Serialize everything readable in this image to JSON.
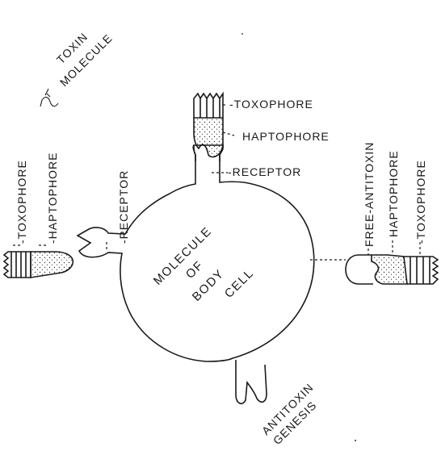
{
  "labels": {
    "toxin_molecule_line1": "TOXIN",
    "toxin_molecule_line2": "MOLECULE",
    "top_toxophore": "-TOXOPHORE",
    "top_haptophore": "HAPTOPHORE",
    "top_receptor": "-RECEPTOR",
    "left_toxophore": "-TOXOPHORE",
    "left_haptophore": "-HAPTOPHORE",
    "left_receptor": "-RECEPTOR",
    "cell_line1": "MOLECULE",
    "cell_line2": "OF",
    "cell_line3": "BODY",
    "cell_line4": "CELL",
    "right_free_antitoxin": "FREE-ANTITOXIN",
    "right_haptophore": "HAPTOPHORE",
    "right_toxophore": "-TOXOPHORE",
    "bottom_line1": "ANTITOXIN",
    "bottom_line2": "GENESIS"
  }
}
